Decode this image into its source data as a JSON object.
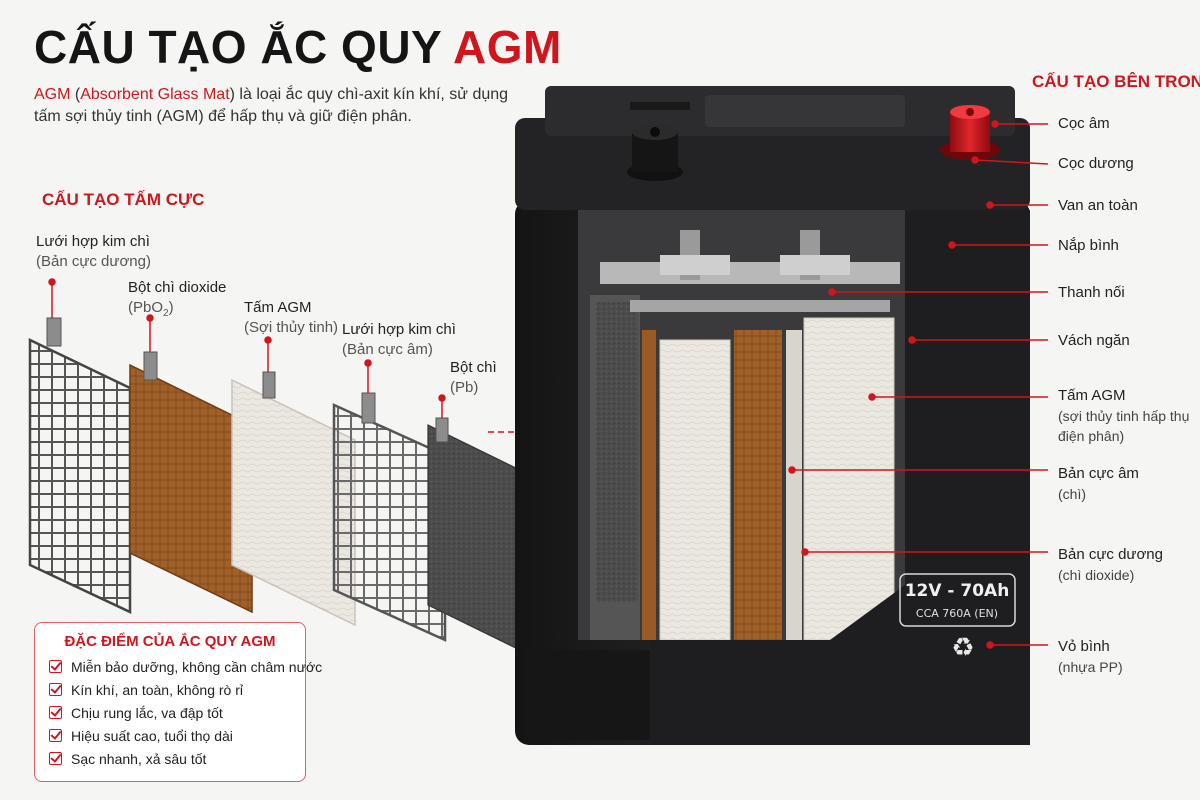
{
  "title": {
    "main": "CẤU TẠO ẮC QUY",
    "accent": "AGM"
  },
  "intro": {
    "acronym": "AGM",
    "open": " (",
    "fullname": "Absorbent Glass Mat",
    "rest": ") là loại ắc quy chì-axit kín khí, sử dụng tấm sợi thủy tinh (AGM) để hấp thụ và giữ điện phân."
  },
  "plates_section": {
    "heading": "CẤU TẠO TẤM CỰC",
    "plates": [
      {
        "name": "Lưới hợp kim chì",
        "sub": "(Bản cực dương)"
      },
      {
        "name": "Bột chì dioxide",
        "sub_pre": "(PbO",
        "sub_subscript": "2",
        "sub_post": ")"
      },
      {
        "name": "Tấm AGM",
        "sub": "(Sợi thủy tinh)"
      },
      {
        "name": "Lưới hợp kim chì",
        "sub": "(Bản cực âm)"
      },
      {
        "name": "Bột chì",
        "sub": "(Pb)"
      }
    ]
  },
  "inside_section": {
    "heading": "CẤU TẠO BÊN TRONG",
    "labels": [
      {
        "name": "Cọc âm"
      },
      {
        "name": "Cọc dương"
      },
      {
        "name": "Van an toàn"
      },
      {
        "name": "Nắp bình"
      },
      {
        "name": "Thanh nối"
      },
      {
        "name": "Vách ngăn"
      },
      {
        "name": "Tấm AGM",
        "sub1": "(sợi thủy tinh hấp thụ",
        "sub2": "điện phân)"
      },
      {
        "name": "Bản cực âm",
        "sub1": "(chì)"
      },
      {
        "name": "Bản cực dương",
        "sub1": "(chì dioxide)"
      },
      {
        "name": "Vỏ bình",
        "sub1": "(nhựa PP)"
      }
    ]
  },
  "battery": {
    "spec_main": "12V - 70Ah",
    "spec_sub": "CCA 760A (EN)",
    "recycle_icon": "recycle-icon"
  },
  "features": {
    "heading": "ĐẶC ĐIỂM CỦA ẮC QUY AGM",
    "items": [
      "Miễn bảo dưỡng, không cần châm nước",
      "Kín khí, an toàn, không rò rỉ",
      "Chịu rung lắc, va đập tốt",
      "Hiệu suất cao, tuổi thọ dài",
      "Sạc nhanh, xả sâu tốt"
    ]
  },
  "colors": {
    "accent": "#d0161c",
    "battery_body": "#1c1c1e",
    "lead_dioxide": "#9a5a24",
    "agm": "#ece9e2",
    "lead": "#4a4a4a"
  }
}
